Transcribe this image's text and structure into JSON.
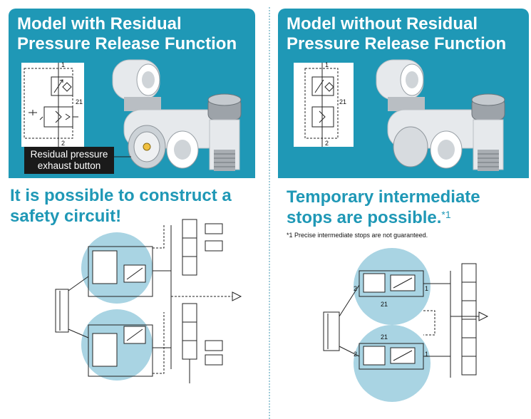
{
  "left_panel": {
    "title": "Model with Residual\nPressure Release Function",
    "callout": "Residual pressure\nexhaust button",
    "symbol_port_labels": [
      "1",
      "21",
      "2"
    ],
    "heading": "It is possible to construct a\nsafety circuit!"
  },
  "right_panel": {
    "title": "Model without Residual\nPressure Release Function",
    "symbol_port_labels": [
      "1",
      "21",
      "2"
    ],
    "heading": "Temporary intermediate\nstops are possible.",
    "heading_sup": "*1",
    "footnote": "*1  Precise intermediate stops are not guaranteed.",
    "circuit_port_labels": [
      "2",
      "21",
      "1",
      "21",
      "2",
      "1"
    ]
  },
  "colors": {
    "banner": "#1f98b6",
    "heading": "#1f98b6",
    "highlight_circle": "#a9d4e3",
    "fitting_body": "#e6e9ec"
  }
}
